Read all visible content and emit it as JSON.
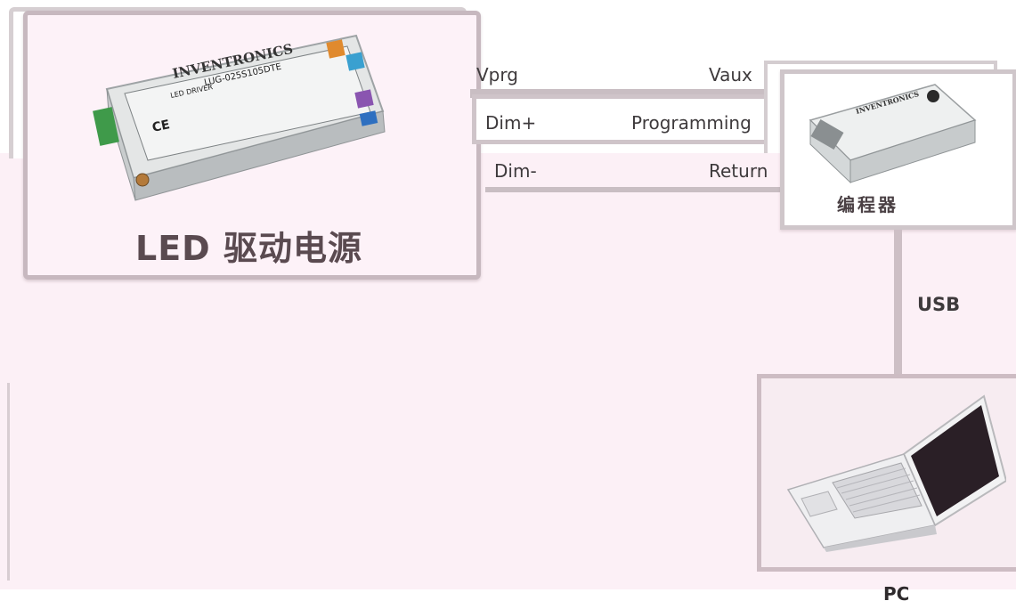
{
  "driver": {
    "title": "LED 驱动电源",
    "brand_text": "INVENTRONICS",
    "model_text": "LUG-025S105DTE",
    "subtitle_text": "LED DRIVER"
  },
  "connections": {
    "left_pins": [
      "Vprg",
      "Dim+",
      "Dim-"
    ],
    "right_pins": [
      "Vaux",
      "Programming",
      "Return"
    ]
  },
  "programmer": {
    "label": "编程器",
    "brand_text": "INVENTRONICS"
  },
  "usb": {
    "label": "USB"
  },
  "pc": {
    "label": "PC"
  },
  "colors": {
    "panel_border": "#c7b8bf",
    "panel_fill": "#fdf2f8",
    "background_pink": "#fcf0f6",
    "line": "#c9bec3",
    "text": "#3e3a3c"
  }
}
